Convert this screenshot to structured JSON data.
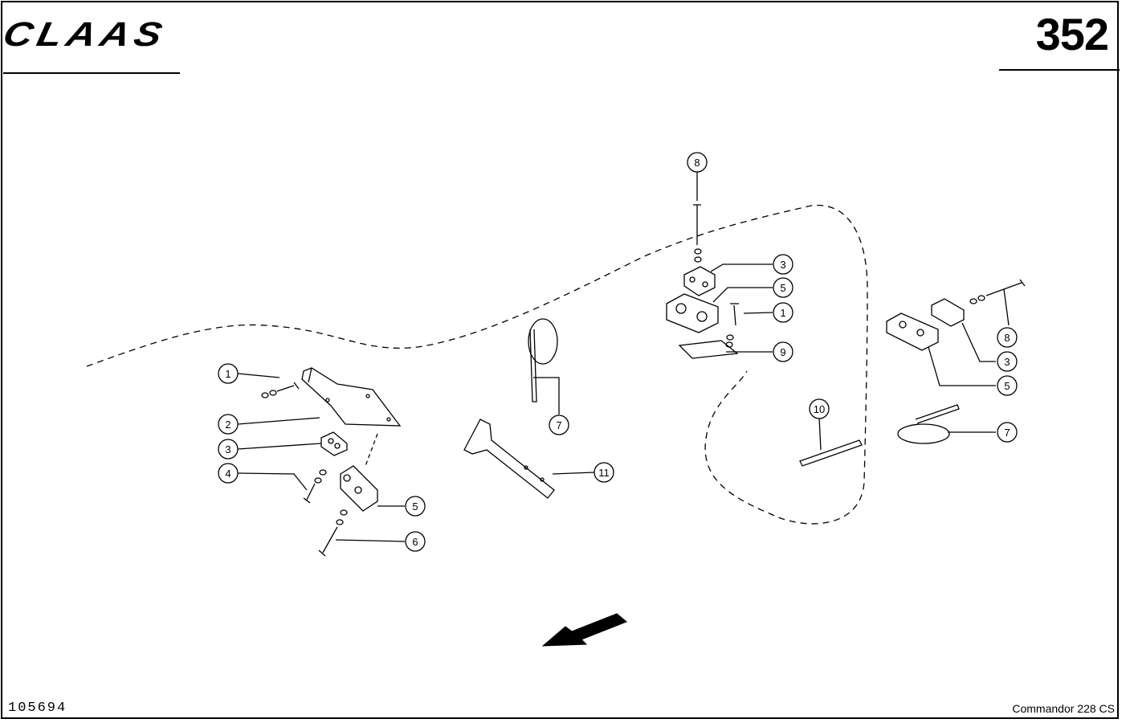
{
  "header": {
    "brand": "CLAAS",
    "page_number": "352"
  },
  "footer": {
    "document_number": "105694",
    "model": "Commandor 228 CS"
  },
  "callouts": [
    {
      "id": "c-left-1",
      "label": "1"
    },
    {
      "id": "c-left-2",
      "label": "2"
    },
    {
      "id": "c-left-3",
      "label": "3"
    },
    {
      "id": "c-left-4",
      "label": "4"
    },
    {
      "id": "c-left-5",
      "label": "5"
    },
    {
      "id": "c-left-6",
      "label": "6"
    },
    {
      "id": "c-mid-7",
      "label": "7"
    },
    {
      "id": "c-mid-11",
      "label": "11"
    },
    {
      "id": "c-top-8",
      "label": "8"
    },
    {
      "id": "c-top-3",
      "label": "3"
    },
    {
      "id": "c-top-5",
      "label": "5"
    },
    {
      "id": "c-top-1",
      "label": "1"
    },
    {
      "id": "c-top-9",
      "label": "9"
    },
    {
      "id": "c-mid-10",
      "label": "10"
    },
    {
      "id": "c-right-8",
      "label": "8"
    },
    {
      "id": "c-right-3",
      "label": "3"
    },
    {
      "id": "c-right-5",
      "label": "5"
    },
    {
      "id": "c-right-7",
      "label": "7"
    }
  ]
}
